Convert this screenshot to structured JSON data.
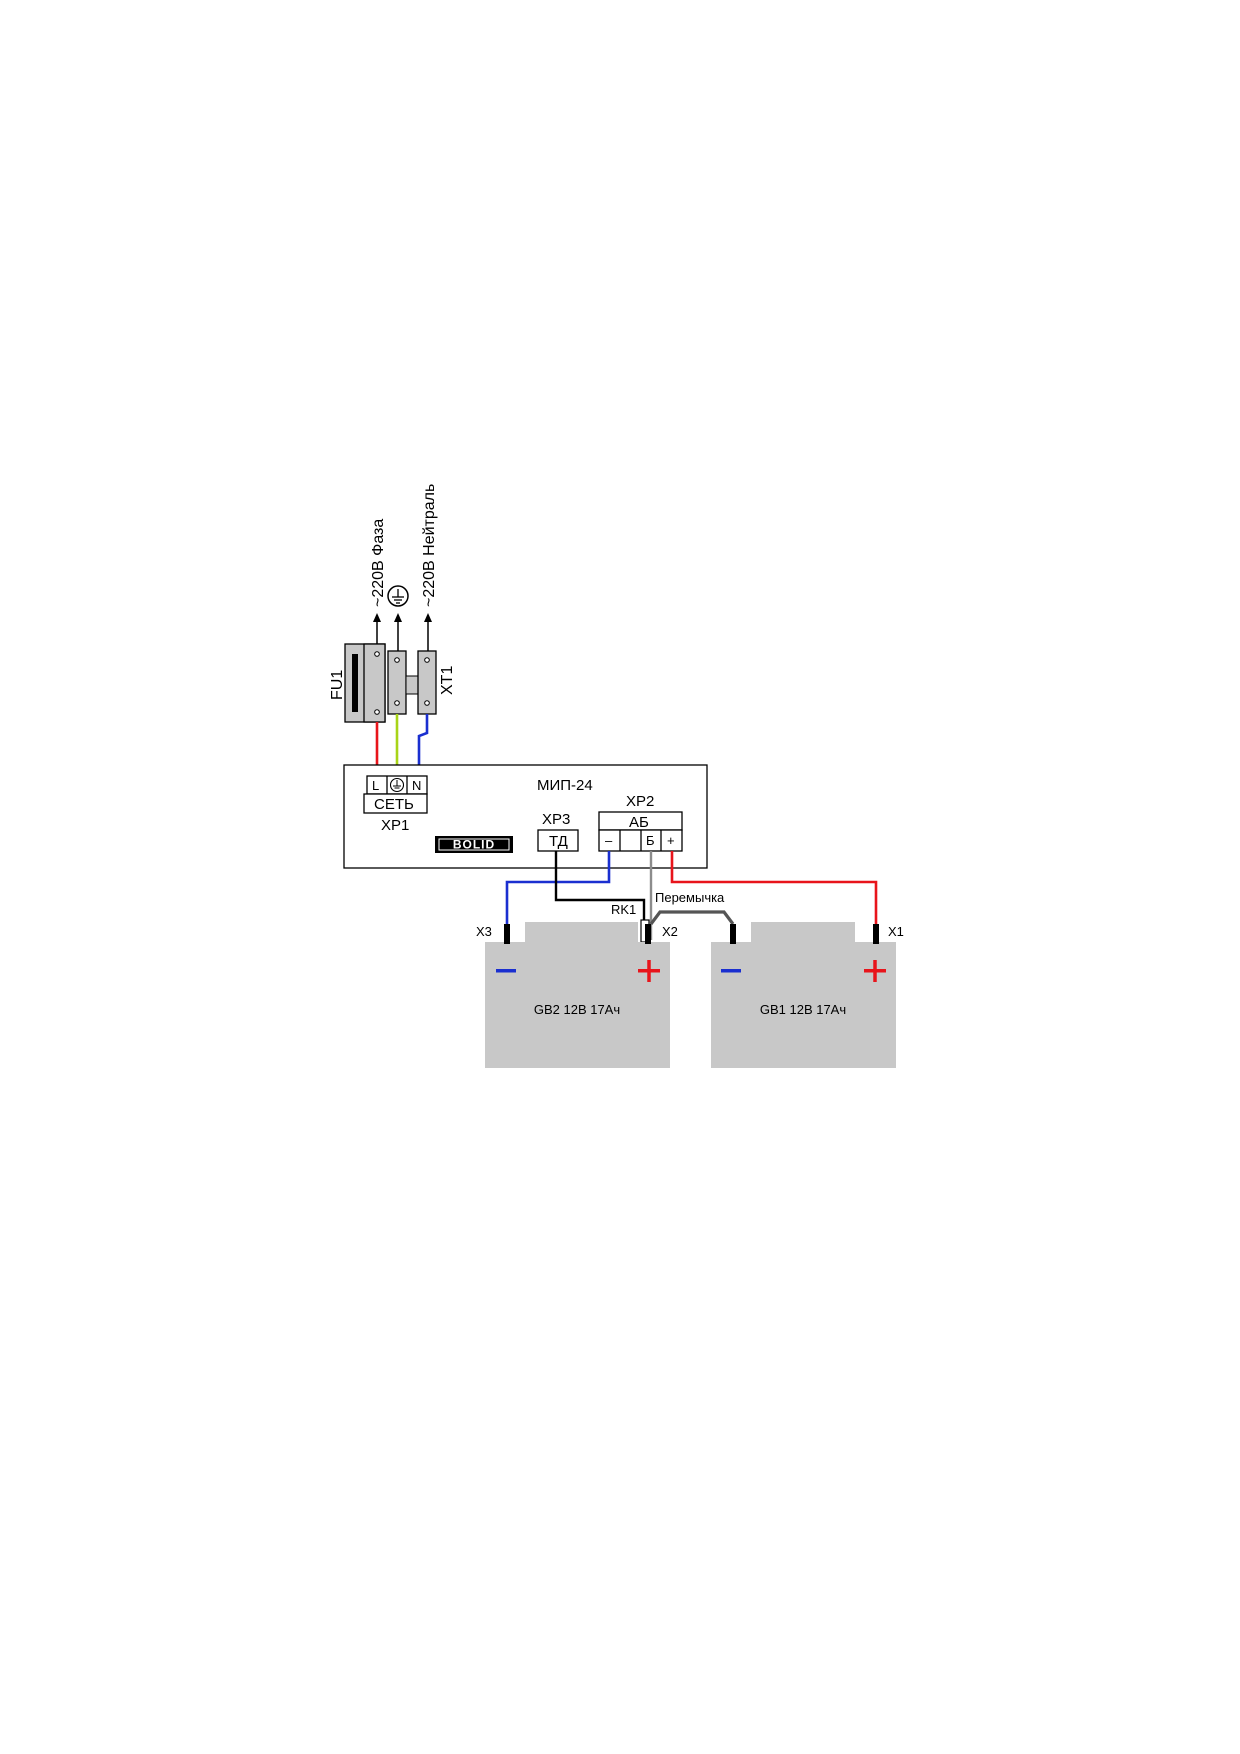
{
  "inputs": {
    "phase": "~220В Фаза",
    "neutral": "~220В Нейтраль"
  },
  "components": {
    "fuse": "FU1",
    "terminal": "XT1"
  },
  "device": {
    "title": "МИП-24",
    "logo": "BOLID",
    "xp1": {
      "label": "XP1",
      "caption": "СЕТЬ",
      "pins": [
        "L",
        "N"
      ]
    },
    "xp3": {
      "label": "XP3",
      "caption": "ТД"
    },
    "xp2": {
      "label": "XP2",
      "caption": "АБ",
      "pins": [
        "–",
        "",
        "Б",
        "+"
      ]
    }
  },
  "wiring": {
    "rk1": "RK1",
    "jumper": "Перемычка",
    "x1": "X1",
    "x2": "X2",
    "x3": "X3"
  },
  "batteries": [
    {
      "label": "GB2 12В 17Ач",
      "minus": "–",
      "plus": "+"
    },
    {
      "label": "GB1 12В 17Ач",
      "minus": "–",
      "plus": "+"
    }
  ],
  "colors": {
    "phase_wire": "#e8141b",
    "earth_wire": "#a8d418",
    "neutral_wire": "#1a2fd0",
    "battery_body": "#c8c8c8"
  }
}
